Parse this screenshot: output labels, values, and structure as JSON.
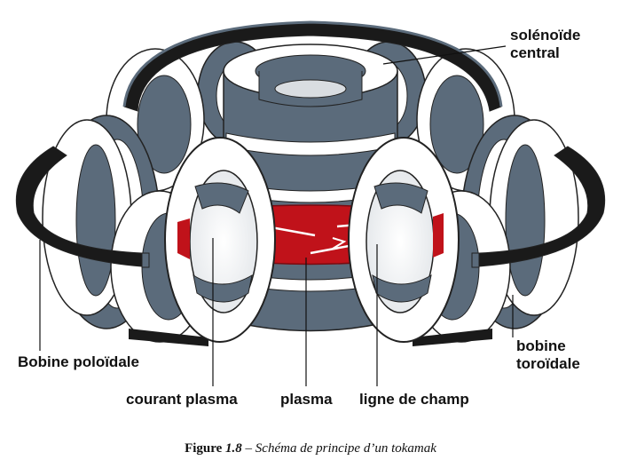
{
  "diagram": {
    "labels": {
      "central_solenoid": [
        "solénoïde",
        "central"
      ],
      "poloidal_coil": "Bobine poloïdale",
      "toroidal_coil": [
        "bobine",
        "toroïdale"
      ],
      "plasma_current": "courant plasma",
      "plasma": "plasma",
      "field_line": "ligne de champ"
    },
    "colors": {
      "coil_grey": "#5b6b7b",
      "coil_white": "#ffffff",
      "plasma_red": "#c0121a",
      "poloidal_black": "#1a1a1a",
      "outline": "#222222"
    }
  },
  "caption": {
    "figure_word": "Figure",
    "figure_number": "1.8",
    "separator": "–",
    "text": "Schéma de principe d’un tokamak"
  }
}
